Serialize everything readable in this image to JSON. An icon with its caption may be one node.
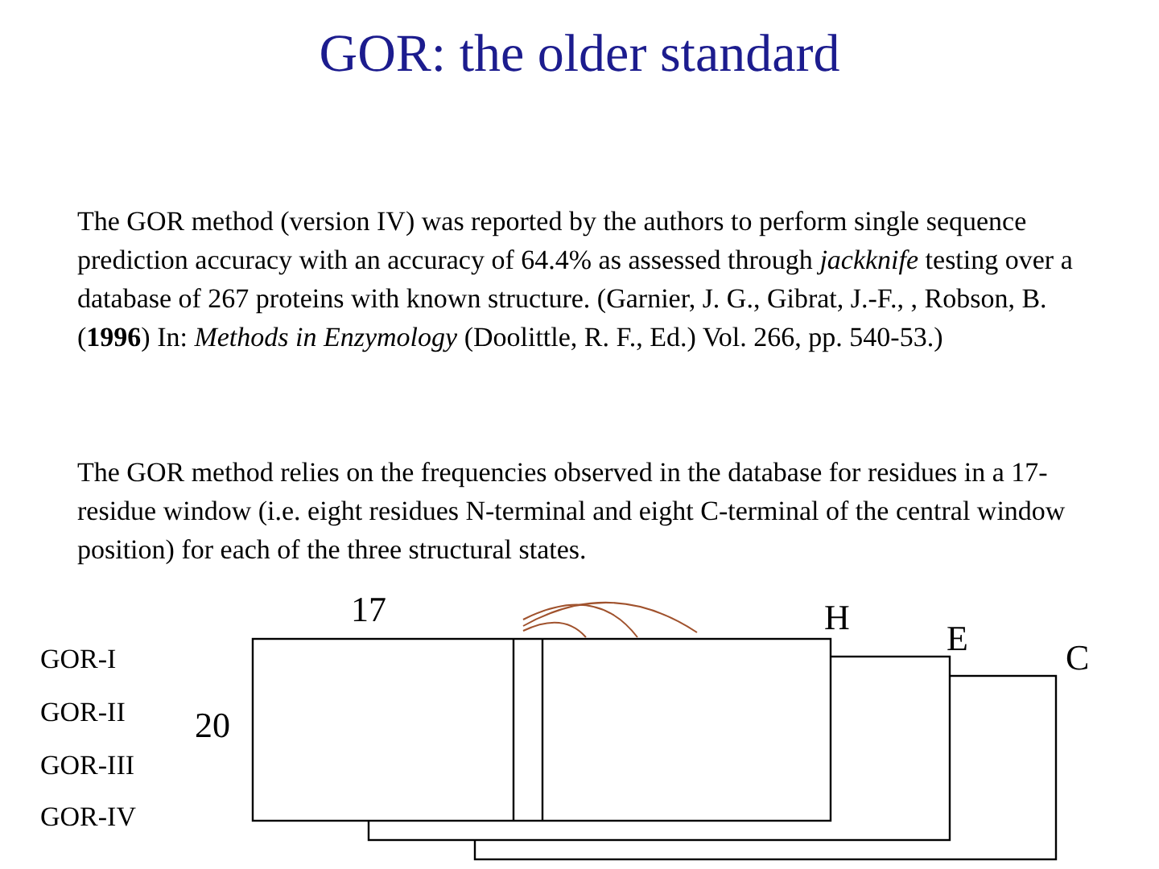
{
  "diagram": {
    "title": "GOR: the older standard",
    "labels": [
      "The GOR method (version IV) was reported by the authors to perform single sequence prediction accuracy with an accuracy of 64.4% as assessed through *jackknife* testing over a database of 267 proteins with known structure. (Garnier, J. G., Gibrat, J.-F., , Robson, B. (**1996**) In: *Methods in Enzymology* (Doolittle, R. F., Ed.) Vol. 266, pp. 540-53.)",
      "The GOR method relies on the frequencies observed in the database for residues in a 17- residue window (i.e. eight residues N-terminal and eight C-terminal of the central window position) for each of the three structural states.",
      "17",
      "H",
      "E",
      "C",
      "GOR-I",
      "GOR-II",
      "20",
      "GOR-III",
      "GOR-IV"
    ]
  }
}
